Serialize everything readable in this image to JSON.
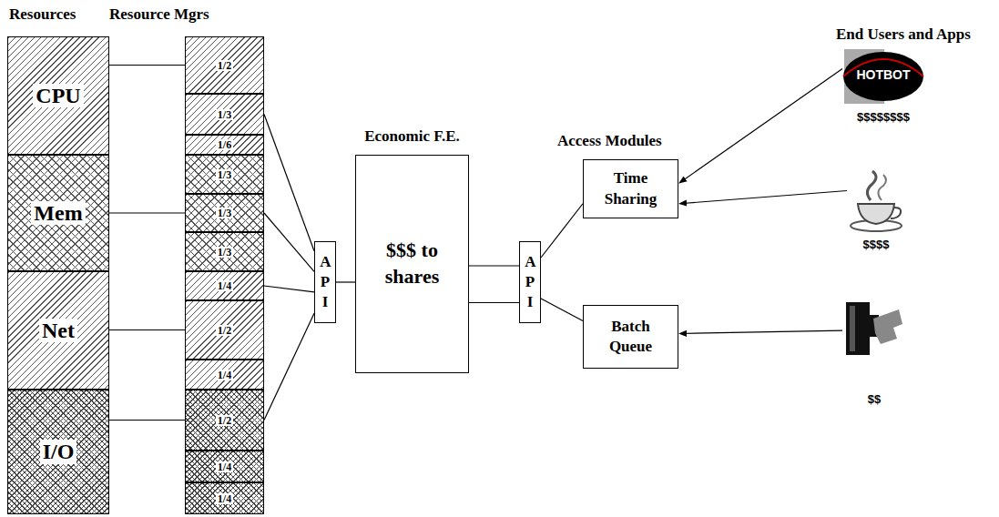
{
  "diagram": {
    "nodes": [
      {
        "text": [
          "CPU"
        ]
      },
      {
        "text": [
          "Mem"
        ]
      },
      {
        "text": [
          "Net"
        ]
      },
      {
        "text": [
          "I/O"
        ]
      },
      {
        "text": [
          "1/2"
        ]
      },
      {
        "text": [
          "1/3"
        ]
      },
      {
        "text": [
          "1/6"
        ]
      },
      {
        "text": [
          "1/3"
        ]
      },
      {
        "text": [
          "1/3"
        ]
      },
      {
        "text": [
          "1/3"
        ]
      },
      {
        "text": [
          "1/4"
        ]
      },
      {
        "text": [
          "1/2"
        ]
      },
      {
        "text": [
          "1/4"
        ]
      },
      {
        "text": [
          "1/2"
        ]
      },
      {
        "text": [
          "1/4"
        ]
      },
      {
        "text": [
          "1/4"
        ]
      },
      {
        "text": [
          "A P I"
        ]
      },
      {
        "text": [
          "Economic F.E.",
          "$$$ to shares"
        ]
      },
      {
        "text": [
          "A P I"
        ]
      },
      {
        "text": [
          "Time Sharing"
        ]
      },
      {
        "text": [
          "Batch Queue"
        ]
      },
      {
        "text": [
          "HOTBOT",
          "$$$$$$$$"
        ]
      },
      {
        "text": [
          "$$$$"
        ]
      },
      {
        "text": [
          "$$"
        ]
      }
    ],
    "edges": [
      {
        "from": 0,
        "to": 4,
        "arrow": "none"
      },
      {
        "from": 1,
        "to": 8,
        "arrow": "none"
      },
      {
        "from": 2,
        "to": 11,
        "arrow": "none"
      },
      {
        "from": 3,
        "to": 13,
        "arrow": "none"
      },
      {
        "from": 5,
        "to": 16,
        "arrow": "none"
      },
      {
        "from": 8,
        "to": 16,
        "arrow": "none"
      },
      {
        "from": 10,
        "to": 16,
        "arrow": "none"
      },
      {
        "from": 13,
        "to": 16,
        "arrow": "none"
      },
      {
        "from": 16,
        "to": 17,
        "arrow": "none"
      },
      {
        "from": 17,
        "to": 18,
        "arrow": "none"
      },
      {
        "from": 17,
        "to": 18,
        "arrow": "none"
      },
      {
        "from": 18,
        "to": 19,
        "arrow": "none"
      },
      {
        "from": 18,
        "to": 20,
        "arrow": "none"
      },
      {
        "from": 21,
        "to": 19,
        "arrow": "to"
      },
      {
        "from": 22,
        "to": 19,
        "arrow": "to"
      },
      {
        "from": 23,
        "to": 20,
        "arrow": "to"
      }
    ],
    "labels": [
      "Resources",
      "Resource Mgrs",
      "Access Modules",
      "End Users and Apps"
    ]
  }
}
